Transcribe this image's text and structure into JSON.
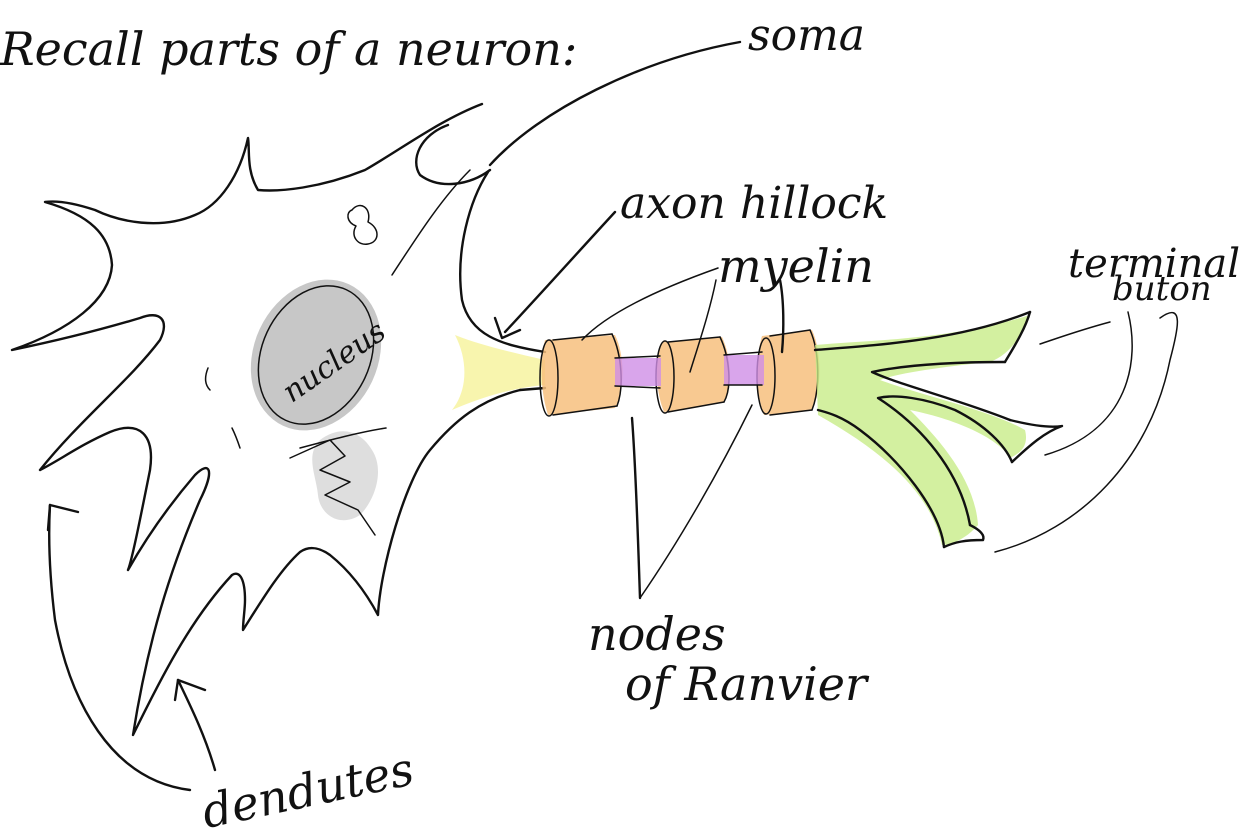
{
  "title": "Recall parts of a neuron:",
  "labels": {
    "soma": "soma",
    "axon_hillock": "axon hillock",
    "myelin": "myelin",
    "terminal_button_line1": "terminal",
    "terminal_button_line2": "buton",
    "nucleus": "nucleus",
    "nodes_of_ranvier_line1": "nodes",
    "nodes_of_ranvier_line2": "of Ranvier",
    "dendrites": "dendutes"
  },
  "colors": {
    "ink": "#111111",
    "nucleus": "#bdbdbd",
    "myelin": "#f7c07e",
    "node": "#cf8fe6",
    "terminal": "#c8ec88",
    "hillock": "#f6f39a",
    "golgi": "#d0d0d0"
  }
}
